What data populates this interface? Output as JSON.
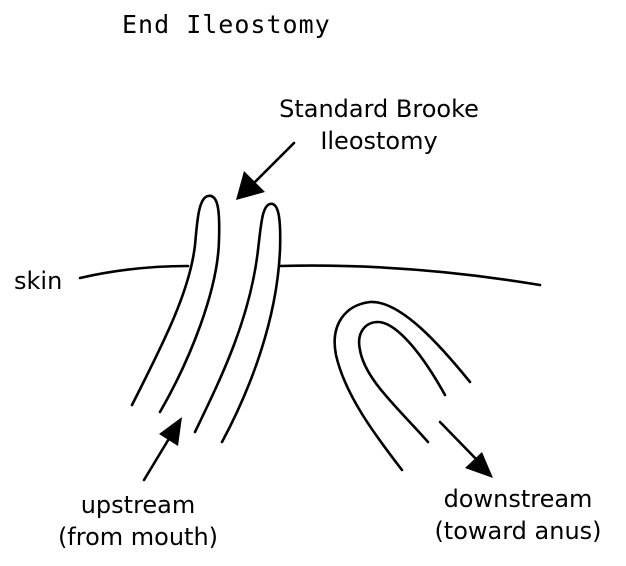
{
  "title": "End Ileostomy",
  "labels": {
    "stoma_line1": "Standard Brooke",
    "stoma_line2": "Ileostomy",
    "skin": "skin",
    "upstream_line1": "upstream",
    "upstream_line2": "(from mouth)",
    "downstream_line1": "downstream",
    "downstream_line2": "(toward anus)"
  },
  "colors": {
    "ink": "#000000",
    "background": "#ffffff"
  }
}
